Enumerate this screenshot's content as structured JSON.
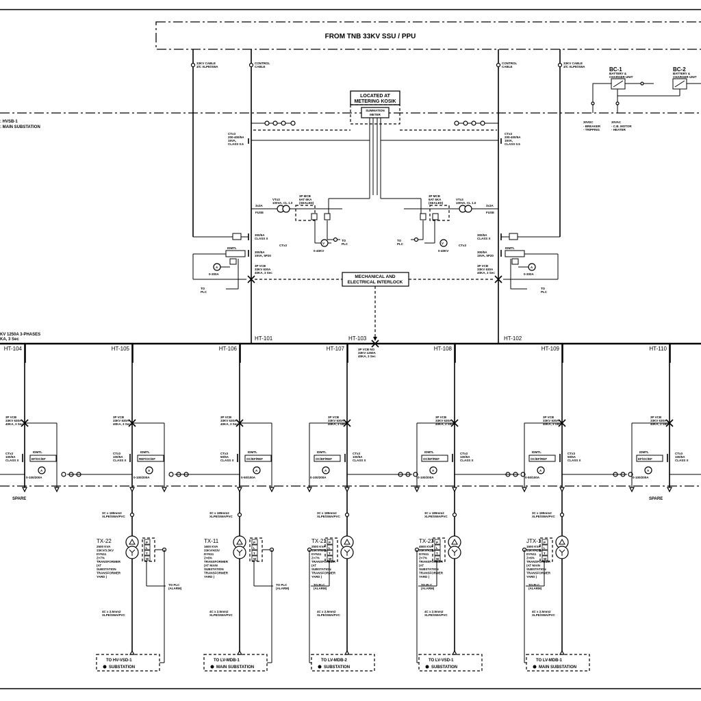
{
  "source": {
    "title": "FROM TNB 33KV SSU / PPU"
  },
  "switchboard": {
    "line1": ": HVSB-1",
    "line2": ": MAIN SUBSTATION"
  },
  "busbar": {
    "line1": "KV 1250A 3-PHASES",
    "line2": "KA, 3 Sec"
  },
  "metering": {
    "location_line1": "LOCATED AT",
    "location_line2": "METERING KOSIK",
    "meter_line1": "SUMMATION",
    "meter_line2": "METER"
  },
  "interlock": {
    "line1": "MECHANICAL AND",
    "line2": "ELECTRICAL INTERLOCK"
  },
  "chargers": [
    {
      "id": "BC-1",
      "desc1": "BATTERY &",
      "desc2": "CHARGER UNIT"
    },
    {
      "id": "BC-2",
      "desc1": "BATTERY &",
      "desc2": "CHARGER UNIT"
    }
  ],
  "incomers": [
    {
      "id": "HT-101",
      "ct_main": "CTx3",
      "ct_ratio": "300/5A",
      "ct_class": "CLASS X",
      "ct2_ratio": "300/5A",
      "ct2_class": "15VA, 5P20",
      "vcb1": "3P VCB",
      "vcb2": "33KV 630A",
      "vcb3": "40KA, 3 Sec",
      "ammeter": "0-300A",
      "voltmeter": "0-40KV",
      "fuse": "3x3A",
      "to_plc": "TO PLC",
      "vt": "VTx3",
      "mcb1": "3P MCB",
      "mcb2": "6AT 6KA",
      "mcb3": "(SEALED)"
    },
    {
      "id": "HT-102",
      "ct_main": "CTx3",
      "ct_ratio": "300/5A",
      "ct_class": "CLASS X",
      "ct2_ratio": "300/5A",
      "ct2_class": "15VA, 5P20",
      "vcb1": "3P VCB",
      "vcb2": "33KV 630A",
      "vcb3": "40KA, 3 Sec",
      "ammeter": "0-300A",
      "voltmeter": "0-40KV",
      "fuse": "3x3A",
      "to_plc": "TO PLC",
      "vt": "VTx3",
      "mcb1": "3P MCB",
      "mcb2": "6AT 6KA",
      "mcb3": "(SEALED)"
    }
  ],
  "coupler": {
    "id": "HT-103",
    "vcb": "3P VCB NO"
  },
  "feeders": [
    {
      "id": "HT-104",
      "label": "SPARE",
      "ct": "CTx3",
      "ct_ratio": "100/5A",
      "ct_class": "CLASS X",
      "ammeter": "0-100/200A",
      "relay": "EF/OC/EF"
    },
    {
      "id": "HT-105",
      "tx": "TX-22",
      "tx_lines": [
        "2500 KVA",
        "33KV/3.3KV",
        "DYN11",
        "Z=7%",
        "TRANSFORMER",
        "(AT",
        "SUBSTATION",
        "TRANSFORMER",
        "YARD )"
      ],
      "ct": "CTx3",
      "ct_ratio": "100/5A",
      "ct_class": "CLASS X",
      "ammeter": "0-100/200A",
      "relay": "REF/OC/EF",
      "dest1": "TO HV-VSD-1",
      "dest2": "SUBSTATION",
      "to_plc": "TO PLC"
    },
    {
      "id": "HT-106",
      "tx": "TX-11",
      "tx_lines": [
        "1600 KVA",
        "33KV/433V",
        "DYN11",
        "Z=6%",
        "TRANSFORMER",
        "(AT MAIN",
        "SUBSTATION",
        "TRANSFORMER",
        "YARD )"
      ],
      "ct": "CTx3",
      "ct_ratio": "50/5A",
      "ct_class": "CLASS X",
      "ammeter": "0-50/100A",
      "relay": "OC/EF/REF",
      "dest1": "TO LV-MDB-1",
      "dest2": "MAIN SUBSTATION",
      "to_plc": "TO PLC"
    },
    {
      "id": "HT-107",
      "tx": "TX-21",
      "tx_lines": [
        "2500 KVA",
        "33KV/690V",
        "DYN11",
        "Z=7%",
        "TRANSFORMER",
        "(AT",
        "SUBSTATION",
        "TRANSFORMER",
        "YARD )"
      ],
      "ct": "CTx3",
      "ct_ratio": "100/5A",
      "ct_class": "CLASS X",
      "ammeter": "0-100/200A",
      "relay": "OC/EF/REF",
      "dest1": "TO LV-MDB-2",
      "dest2": "SUBSTATION",
      "to_plc": "TO PLC"
    },
    {
      "id": "HT-108",
      "tx": "TX-23",
      "tx_lines": [
        "4500 KVA",
        "33KV/415V",
        "DYN11",
        "Z=7%",
        "TRANSFORMER",
        "(AT",
        "SUBSTATION",
        "TRANSFORMER",
        "YARD )"
      ],
      "ct": "CTx3",
      "ct_ratio": "100/5A",
      "ct_class": "CLASS X",
      "ammeter": "0-100/200A",
      "relay": "OC/EF/REF",
      "dest1": "TO LV-VSD-1",
      "dest2": "SUBSTATION",
      "to_plc": "TO PLC"
    },
    {
      "id": "HT-109",
      "tx": "JTX-1",
      "tx_lines": [
        "1600 KVA",
        "33KV/415V",
        "DYN11",
        "Z=6%",
        "TRANSFORMER",
        "(AT MAIN",
        "SUBSTATION",
        "TRANSFORMER",
        "YARD )"
      ],
      "ct": "CTx3",
      "ct_ratio": "50/5A",
      "ct_class": "CLASS X",
      "ammeter": "0-50/100A",
      "relay": "OC/EF/REF",
      "dest1": "TO LV-MDB-1",
      "dest2": "MAIN SUBSTATION",
      "to_plc": "TO PLC"
    },
    {
      "id": "HT-110",
      "label": "SPARE",
      "ct": "CTx3",
      "ct_ratio": "100/5A",
      "ct_class": "CLASS X",
      "ammeter": "0-100/200A",
      "relay": "EF/OC/EF"
    }
  ],
  "common": {
    "vcb_feeder": "3P VCB",
    "vcb_feeder2": "33KV 630A",
    "vcb_feeder3": "40KA, 3 Sec",
    "ct_tag": "CTx3",
    "ammeter_icon": "A",
    "voltmeter_icon": "V",
    "relay_tag": "IDMTL",
    "protect_tags": [
      "P",
      "L",
      "T",
      "W"
    ]
  }
}
